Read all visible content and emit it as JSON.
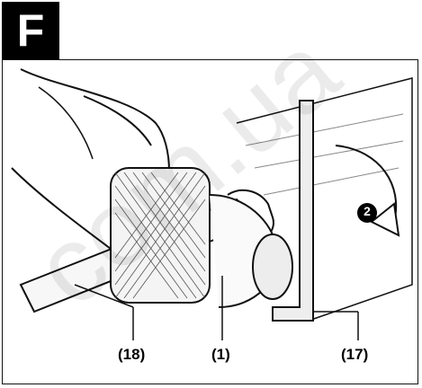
{
  "figure": {
    "badge_letter": "F",
    "callouts": {
      "wrench": "(18)",
      "chuck": "(1)",
      "hex_key": "(17)"
    },
    "step_number": "2",
    "watermark": "com.ua"
  },
  "colors": {
    "ink": "#111111",
    "hatch": "#555555",
    "badge_bg": "#000000",
    "badge_fg": "#ffffff"
  }
}
